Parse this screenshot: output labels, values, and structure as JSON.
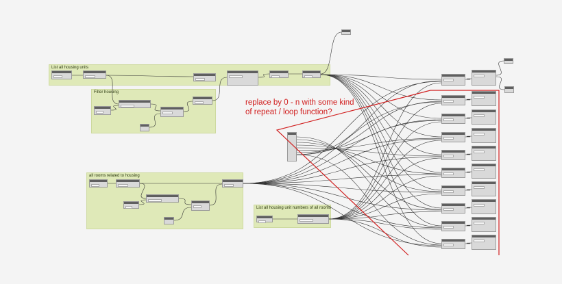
{
  "groups": {
    "list_housing_units": "List all housing units",
    "filter_housing": "Filter housing",
    "all_rooms": "all rooms related to housing",
    "list_unit_numbers": "List all housing unit numbers of all rooms"
  },
  "annotation": {
    "line1": "replace by 0 - n with some kind",
    "line2": "of repeat / loop function?"
  },
  "colors": {
    "group_bg": "#dfe9b8",
    "annotation": "#d11f1f",
    "wire": "#333333",
    "node_bg": "#d9d9d9"
  }
}
